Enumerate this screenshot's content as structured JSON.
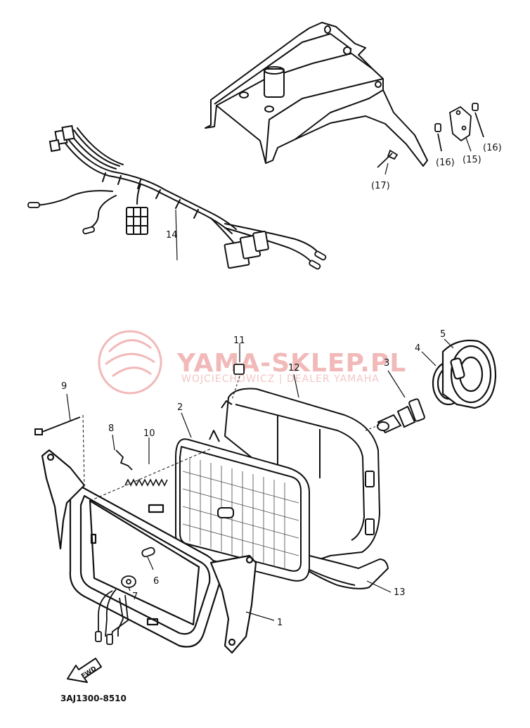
{
  "labels": {
    "p1": "1",
    "p2": "2",
    "p3": "3",
    "p4": "4",
    "p5": "5",
    "p6": "6",
    "p7": "7",
    "p8": "8",
    "p9": "9",
    "p10": "10",
    "p11": "11",
    "p12": "12",
    "p13": "13",
    "p14": "14",
    "p15": "(15)",
    "p16a": "(16)",
    "p16b": "(16)",
    "p17": "(17)"
  },
  "watermark": {
    "title": "YAMA-SKLEP.PL",
    "subtitle": "WOJCIECHOWICZ | DEALER YAMAHA"
  },
  "fwd_arrow": "FWD",
  "diagram_code": "3AJ1300-8510",
  "colors": {
    "ink": "#111111",
    "watermark": "#f2b9b9",
    "paper": "#ffffff"
  }
}
